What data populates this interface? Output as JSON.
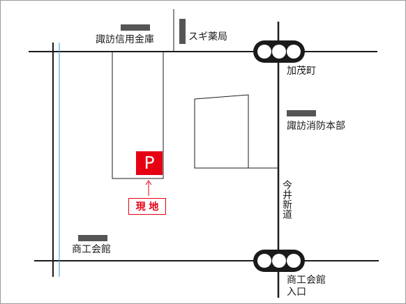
{
  "labels": {
    "suwa_shinyo_kinko": "諏訪信用金庫",
    "sugi_yakkyoku": "スギ薬局",
    "kamo_cho": "加茂町",
    "suwa_fire_hq": "諏訪消防本部",
    "ima_i_shindo": "今井新道",
    "shoko_kaikan": "商工会館",
    "shoko_kaikan_entrance_line1": "商工会館",
    "shoko_kaikan_entrance_line2": "入口",
    "parking": "P",
    "site": "現 地"
  },
  "colors": {
    "road": "#1a1a1a",
    "river": "#2a9fd6",
    "landmark_bar": "#555555",
    "parking_bg": "#e60012",
    "site_marker": "#e60012"
  },
  "icons": [
    "traffic-light-icon",
    "parking-icon",
    "arrow-up-icon"
  ]
}
